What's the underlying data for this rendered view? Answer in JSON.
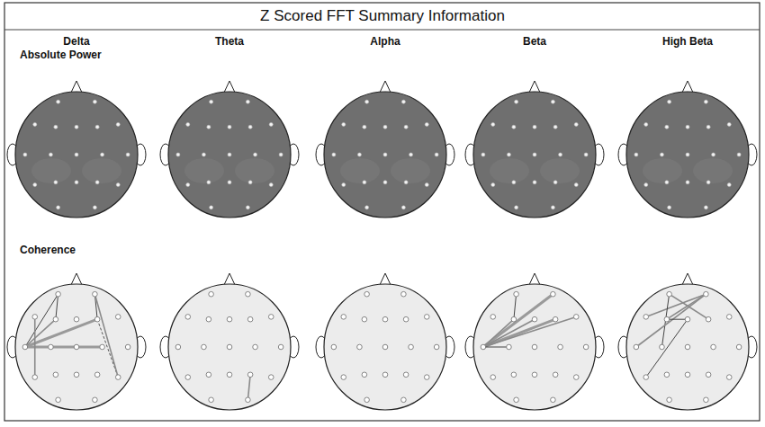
{
  "diagram": {
    "title": "Z Scored FFT Summary Information",
    "labels": [
      "Delta",
      "Theta",
      "Alpha",
      "Beta",
      "High Beta",
      "Absolute Power",
      "Coherence"
    ]
  }
}
